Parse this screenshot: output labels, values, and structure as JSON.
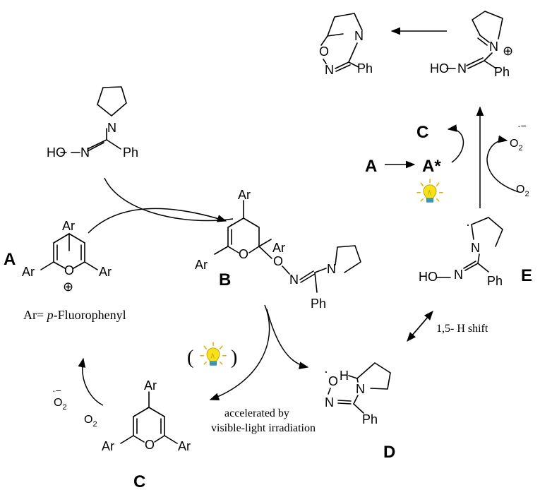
{
  "labels": {
    "A_left": "A",
    "B": "B",
    "C_bottom": "C",
    "D": "D",
    "E": "E",
    "A_top": "A",
    "A_star": "A*",
    "C_top": "C"
  },
  "atoms": {
    "ar": "Ar",
    "o": "O",
    "n": "N",
    "ph": "Ph",
    "ho": "HO",
    "h": "H",
    "plus": "⊕",
    "radical_dot": "·",
    "o_radical": "O",
    "o2": "O",
    "two": "2",
    "superoxide": "·−"
  },
  "notes": {
    "ar_def_prefix": "Ar= ",
    "ar_def_italic": "p",
    "ar_def_suffix": "-Fluorophenyl",
    "h_shift": "1,5- H shift",
    "accel_line1": "accelerated by",
    "accel_line2": "visible-light irradiation",
    "paren_open": "(",
    "paren_close": ")"
  },
  "icons": [
    "lightbulb-icon"
  ],
  "colors": {
    "bulb_yellow": "#f7e11b",
    "bulb_base": "#3aa3c9",
    "ink": "#000000"
  }
}
